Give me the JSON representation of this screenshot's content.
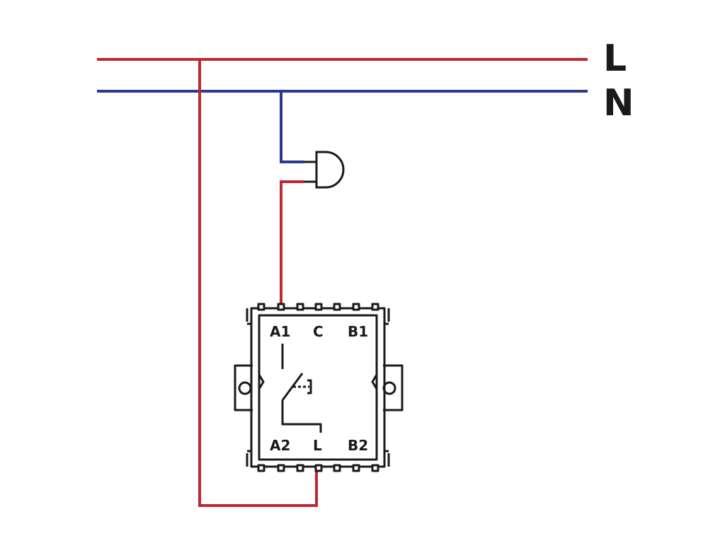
{
  "diagram": {
    "rails": {
      "live_label": "L",
      "neutral_label": "N"
    },
    "module": {
      "terminals": {
        "a1": "A1",
        "c": "C",
        "b1": "B1",
        "a2": "A2",
        "l": "L",
        "b2": "B2"
      }
    },
    "colors": {
      "live_wire": "#c0282e",
      "neutral_wire": "#2b3a8f",
      "outline": "#1a1a1a",
      "background": "#ffffff"
    },
    "icons": {
      "lamp": "lamp-icon",
      "switch_contact": "switch-contact-icon"
    }
  }
}
